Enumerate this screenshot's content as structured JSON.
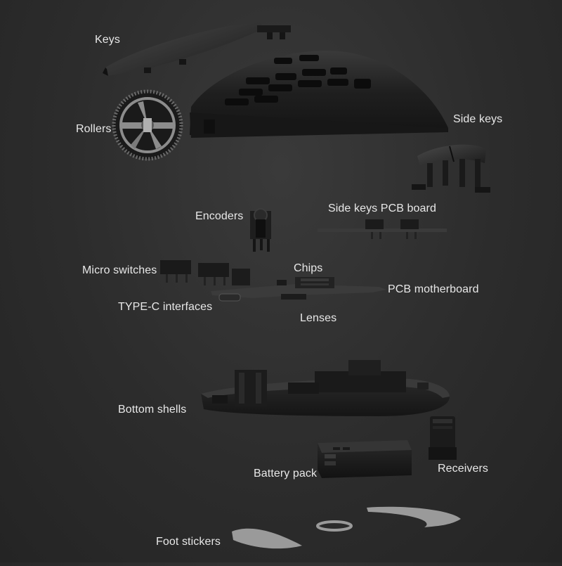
{
  "labels": {
    "keys": "Keys",
    "rollers": "Rollers",
    "side_keys": "Side keys",
    "side_keys_pcb_board": "Side keys PCB board",
    "encoders": "Encoders",
    "micro_switches": "Micro switches",
    "chips": "Chips",
    "pcb_motherboard": "PCB motherboard",
    "type_c_interfaces": "TYPE-C interfaces",
    "lenses": "Lenses",
    "bottom_shells": "Bottom shells",
    "battery_pack": "Battery pack",
    "receivers": "Receivers",
    "foot_stickers": "Foot stickers"
  },
  "colors": {
    "background": "#2c2c2c",
    "part_dark": "#1c1c1c",
    "part_mid": "#2f2f2f",
    "roller_gray": "#8c8c8c",
    "sticker_gray": "#9a9a9a",
    "label_text": "#e8e8e8"
  }
}
